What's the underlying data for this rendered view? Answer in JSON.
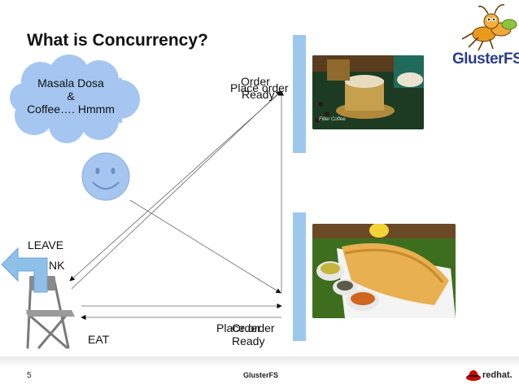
{
  "slide": {
    "title": "What is Concurrency?",
    "page_number": "5",
    "footer_center": "GlusterFS",
    "logo_text": "GlusterFS",
    "redhat_text": "redhat."
  },
  "cloud": {
    "line1": "Masala Dosa",
    "line2": "&",
    "line3": "Coffee…. Hmmm"
  },
  "labels": {
    "leave": "LEAVE",
    "nk": "NK",
    "eat": "EAT",
    "top_order": "Order",
    "top_place_order": "Place order",
    "top_ready": "Ready",
    "bottom_place_order": "Place order",
    "bottom_order": "Order",
    "bottom_ready": "Ready"
  },
  "images": {
    "coffee_caption": "Filter Coffee"
  },
  "colors": {
    "bar_blue": "#9cc8ee",
    "face_blue": "#a4c6f0",
    "arrow_blue": "#8ec0e8",
    "title": "#111111",
    "logo_blue": "#2a3f8a",
    "redhat_red": "#cc0000"
  }
}
